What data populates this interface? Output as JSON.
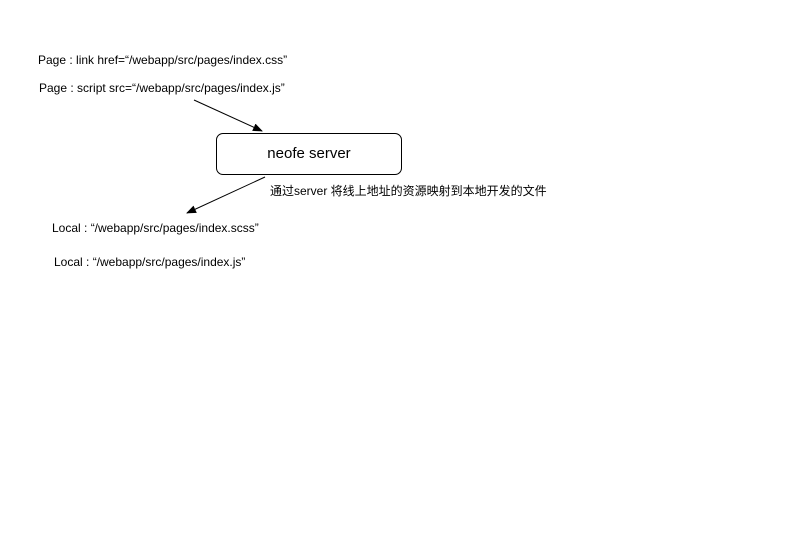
{
  "page_refs": {
    "css": "Page : link href=“/webapp/src/pages/index.css”",
    "js": "Page : script src=“/webapp/src/pages/index.js”"
  },
  "server": {
    "label": "neofe server"
  },
  "note": "通过server 将线上地址的资源映射到本地开发的文件",
  "local_refs": {
    "scss": "Local : “/webapp/src/pages/index.scss”",
    "js": "Local : “/webapp/src/pages/index.js”"
  }
}
